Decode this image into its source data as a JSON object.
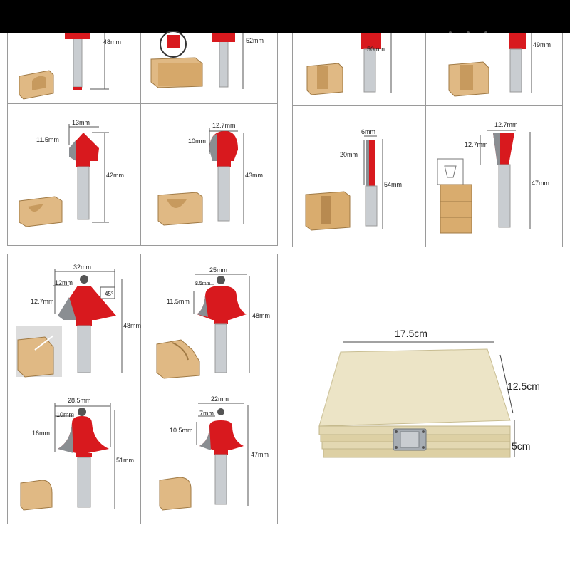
{
  "colors": {
    "bit_red": "#d8191e",
    "shank": "#c9cdd1",
    "wood": "#e0b984",
    "box": "#eae2c4",
    "clasp": "#9aa0a6"
  },
  "top_panel_left": {
    "cell_1": {
      "height": "48mm"
    },
    "cell_2": {
      "height": "52mm"
    },
    "cell_3": {
      "width": "13mm",
      "cut": "11.5mm",
      "height": "42mm"
    },
    "cell_4": {
      "width": "12.7mm",
      "cut": "10mm",
      "height": "43mm"
    }
  },
  "top_panel_right": {
    "cell_1": {
      "height": "50mm"
    },
    "cell_2": {
      "height": "49mm"
    },
    "cell_3": {
      "width": "6mm",
      "cut": "20mm",
      "height": "54mm"
    },
    "cell_4": {
      "width": "12.7mm",
      "cut": "12.7mm",
      "height": "47mm"
    }
  },
  "bottom_panel": {
    "cell_1": {
      "width": "32mm",
      "inner": "12mm",
      "cut": "12.7mm",
      "angle": "45°",
      "height": "48mm"
    },
    "cell_2": {
      "width": "25mm",
      "inner": "8.5mm",
      "cut": "11.5mm",
      "height": "48mm"
    },
    "cell_3": {
      "width": "28.5mm",
      "inner": "10mm",
      "cut": "16mm",
      "height": "51mm"
    },
    "cell_4": {
      "width": "22mm",
      "inner": "7mm",
      "cut": "10.5mm",
      "height": "47mm"
    }
  },
  "wood_box": {
    "length": "17.5cm",
    "width": "12.5cm",
    "height": "5cm"
  }
}
